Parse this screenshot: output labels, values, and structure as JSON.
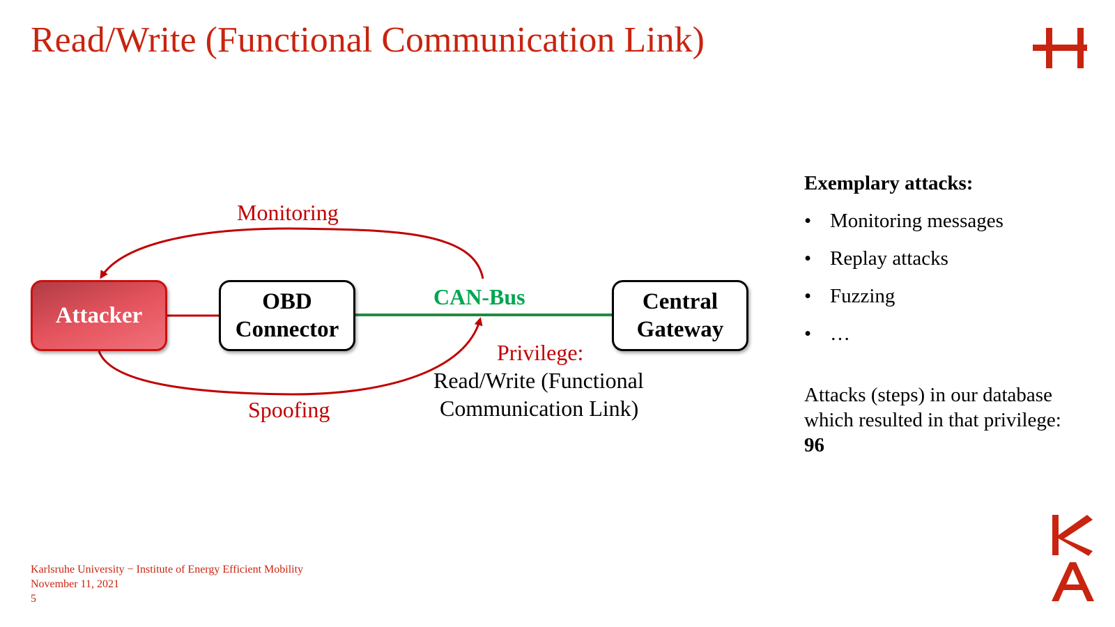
{
  "slide": {
    "title": "Read/Write (Functional Communication Link)"
  },
  "colors": {
    "brand_red": "#c8240f",
    "arrow_red": "#c00000",
    "can_green": "#00a650",
    "attacker_fill": "#e4535d"
  },
  "diagram": {
    "nodes": {
      "attacker": "Attacker",
      "obd_line1": "OBD",
      "obd_line2": "Connector",
      "gateway_line1": "Central",
      "gateway_line2": "Gateway"
    },
    "edges": {
      "monitoring": "Monitoring",
      "spoofing": "Spoofing",
      "can_bus": "CAN-Bus"
    },
    "privilege": {
      "heading": "Privilege:",
      "line1": "Read/Write (Functional",
      "line2": "Communication Link)"
    }
  },
  "sidebar": {
    "heading": "Exemplary attacks:",
    "items": [
      {
        "bullet": "•",
        "text": "Monitoring messages"
      },
      {
        "bullet": "•",
        "text": "Replay attacks"
      },
      {
        "bullet": "•",
        "text": "Fuzzing"
      },
      {
        "bullet": "•",
        "text": "…"
      }
    ],
    "note_line1": "Attacks (steps) in our database",
    "note_line2": "which resulted in that privilege:",
    "count": "96"
  },
  "footer": {
    "institution": "Karlsruhe University − Institute of Energy Efficient Mobility",
    "date": "November 11, 2021",
    "page": "5"
  },
  "logos": {
    "top_right": "h-logo-icon",
    "bottom_right": "ka-logo-icon"
  }
}
